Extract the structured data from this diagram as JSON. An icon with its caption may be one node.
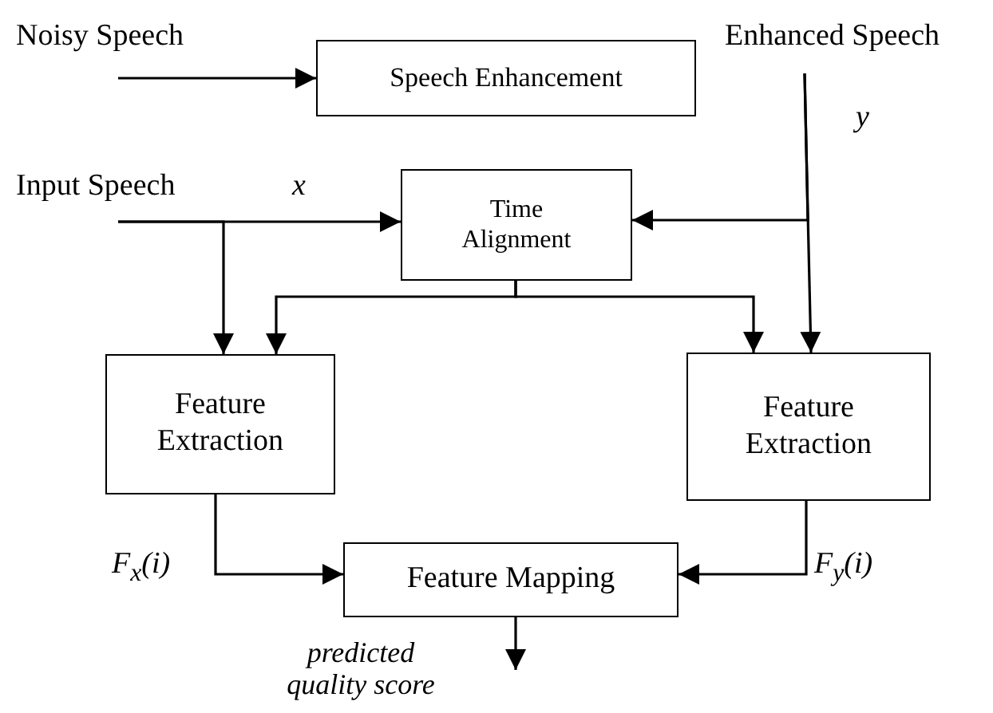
{
  "diagram": {
    "nodes": [
      {
        "text": [
          "Noisy Speech"
        ]
      },
      {
        "text": [
          "Speech Enhancement"
        ]
      },
      {
        "text": [
          "Enhanced Speech"
        ]
      },
      {
        "text": [
          "Input Speech"
        ]
      },
      {
        "text": [
          "Time Alignment"
        ]
      },
      {
        "text": [
          "Feature Extraction"
        ]
      },
      {
        "text": [
          "Feature Extraction"
        ]
      },
      {
        "text": [
          "Feature Mapping"
        ]
      }
    ],
    "edges": [
      {
        "from": 0,
        "to": 1,
        "arrow": "to"
      },
      {
        "from": 3,
        "to": 4,
        "arrow": "to"
      },
      {
        "from": 3,
        "to": 5,
        "arrow": "to"
      },
      {
        "from": 2,
        "to": 4,
        "arrow": "to"
      },
      {
        "from": 2,
        "to": 6,
        "arrow": "to"
      },
      {
        "from": 4,
        "to": 5,
        "arrow": "to"
      },
      {
        "from": 4,
        "to": 6,
        "arrow": "to"
      },
      {
        "from": 5,
        "to": 7,
        "arrow": "to"
      },
      {
        "from": 6,
        "to": 7,
        "arrow": "to"
      },
      {
        "from": 7,
        "to": null,
        "arrow": "to"
      }
    ],
    "labels": [
      "y",
      "x",
      "F$_{x}$(i)",
      "F$_{y}$(i)",
      "predicted quality score"
    ]
  }
}
